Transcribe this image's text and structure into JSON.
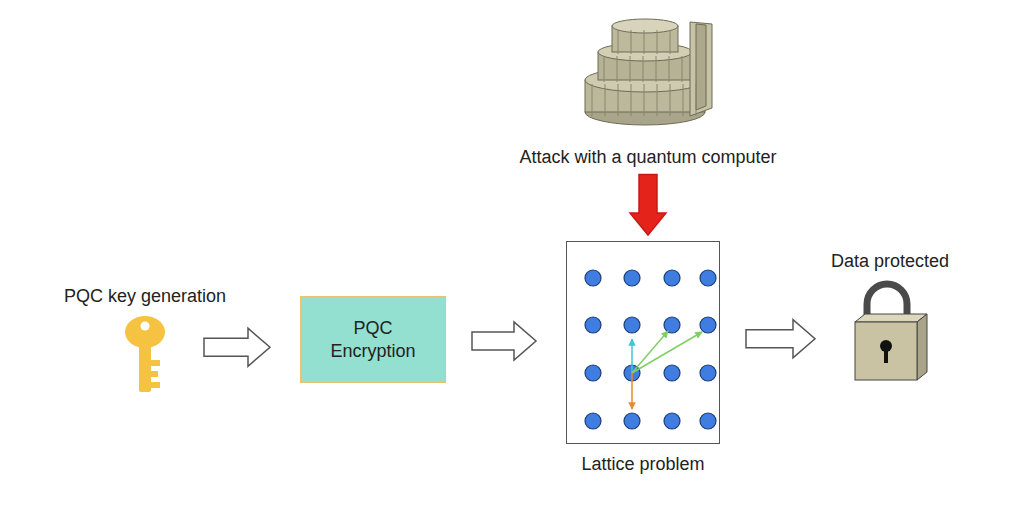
{
  "diagram": {
    "nodes": [
      {
        "text": [
          "PQC key generation"
        ]
      },
      {
        "text": [
          "PQC Encryption"
        ]
      },
      {
        "text": [
          "Attack with a quantum computer"
        ]
      },
      {
        "text": [
          "Lattice problem"
        ]
      },
      {
        "text": [
          "Data protected"
        ]
      }
    ],
    "edges": [
      {
        "from": 0,
        "to": 1,
        "arrow": "to"
      },
      {
        "from": 1,
        "to": 3,
        "arrow": "to"
      },
      {
        "from": 2,
        "to": 3,
        "arrow": "to"
      },
      {
        "from": 3,
        "to": 4,
        "arrow": "to"
      }
    ]
  }
}
